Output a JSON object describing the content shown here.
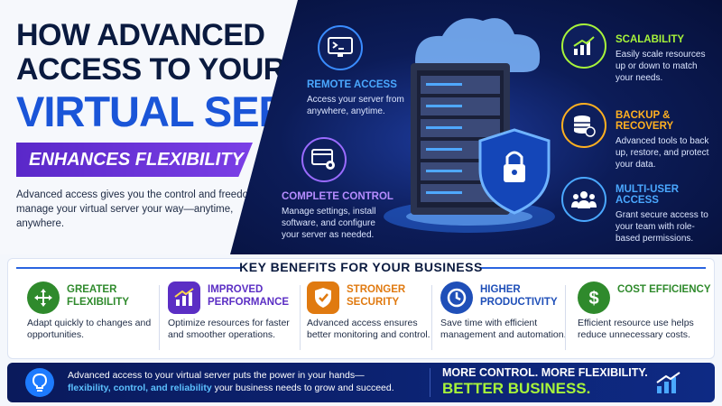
{
  "title": {
    "line1": "HOW ADVANCED",
    "line2": "ACCESS TO YOUR",
    "line3": "VIRTUAL SERVER",
    "banner": "ENHANCES FLEXIBILITY"
  },
  "intro": "Advanced access gives you the control and freedom to manage your virtual server your way—anytime, anywhere.",
  "features": {
    "remote": {
      "title": "REMOTE ACCESS",
      "desc": "Access your server from anywhere, anytime.",
      "icon": "monitor-terminal-icon"
    },
    "control": {
      "title": "COMPLETE CONTROL",
      "desc": "Manage settings, install software, and configure your server as needed.",
      "icon": "gear-window-icon"
    },
    "scalability": {
      "title": "SCALABILITY",
      "desc": "Easily scale resources up or down to match your needs.",
      "icon": "growth-chart-icon"
    },
    "backup": {
      "title": "BACKUP & RECOVERY",
      "desc": "Advanced tools to back up, restore, and protect your data.",
      "icon": "database-restore-icon"
    },
    "multiuser": {
      "title": "MULTI-USER ACCESS",
      "desc": "Grant secure access to your team with role-based permissions.",
      "icon": "users-group-icon"
    }
  },
  "benefits": {
    "heading": "KEY BENEFITS FOR YOUR BUSINESS",
    "items": [
      {
        "title": "GREATER FLEXIBILITY",
        "desc": "Adapt quickly to changes and opportunities.",
        "color": "#2f8a2c",
        "icon": "arrows-expand-icon"
      },
      {
        "title": "IMPROVED PERFORMANCE",
        "desc": "Optimize resources for faster and smoother operations.",
        "color": "#5b2ec4",
        "icon": "performance-chart-icon"
      },
      {
        "title": "STRONGER SECURITY",
        "desc": "Advanced access ensures better monitoring and control.",
        "color": "#e07a10",
        "icon": "shield-check-icon"
      },
      {
        "title": "HIGHER PRODUCTIVITY",
        "desc": "Save time with efficient management and automation.",
        "color": "#1f4fb8",
        "icon": "clock-icon"
      },
      {
        "title": "COST EFFICIENCY",
        "desc": "Efficient resource use helps reduce unnecessary costs.",
        "color": "#2f8a2c",
        "icon": "dollar-icon"
      }
    ]
  },
  "footer": {
    "text1": "Advanced access to your virtual server puts the power in your hands—",
    "highlight": "flexibility, control, and reliability",
    "text2": " your business needs to grow and succeed.",
    "tag1": "MORE CONTROL. MORE FLEXIBILITY.",
    "tag2": "BETTER BUSINESS.",
    "icon": "lightbulb-icon"
  },
  "colors": {
    "navy": "#0a1a3f",
    "accent_blue": "#1a55d8",
    "purple": "#5a28c9",
    "lime": "#a7f43a",
    "light_blue": "#5cc1ff"
  }
}
